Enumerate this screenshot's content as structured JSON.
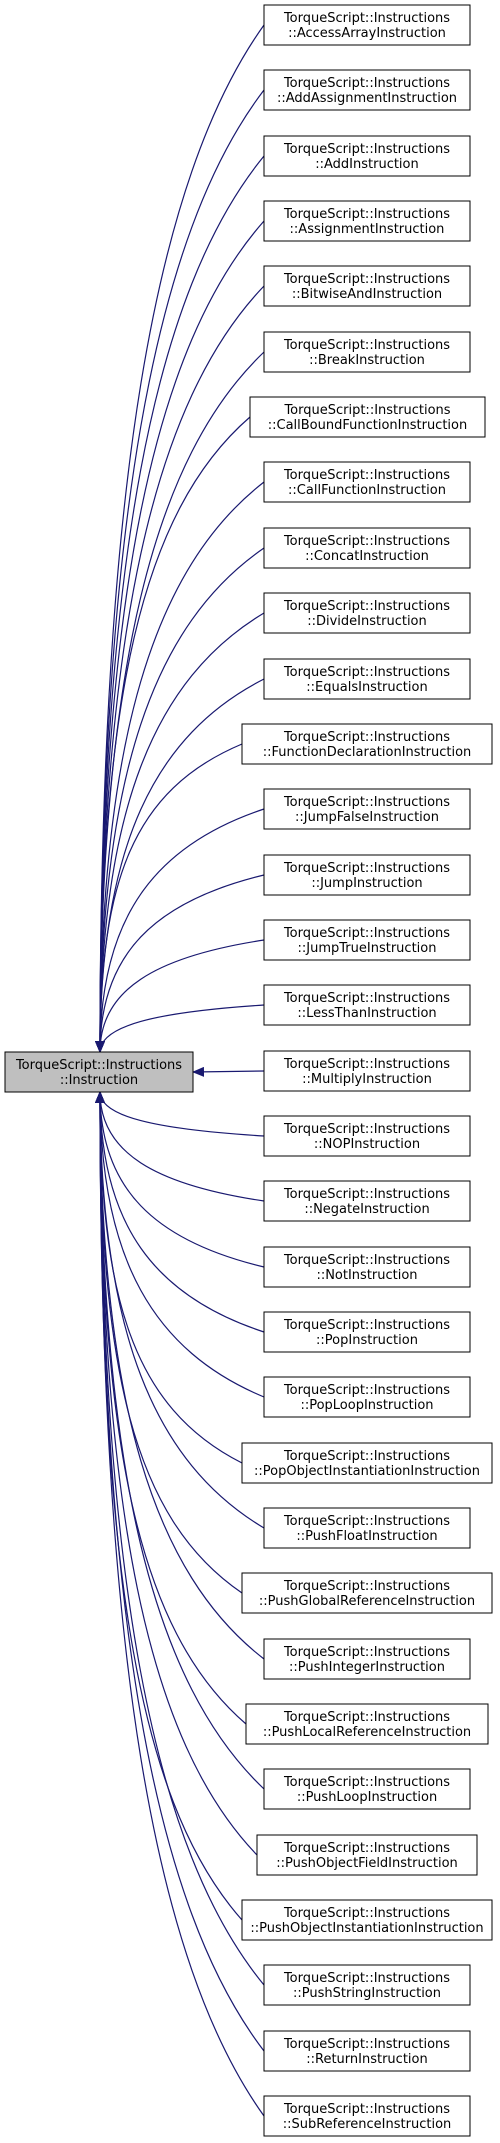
{
  "colors": {
    "edge": "#191970",
    "base_fill": "#bfbfbf",
    "node_fill": "#ffffff",
    "border": "#000000"
  },
  "base": {
    "line1": "TorqueScript::Instructions",
    "line2": "::Instruction"
  },
  "derived": [
    {
      "line1": "TorqueScript::Instructions",
      "line2": "::AccessArrayInstruction"
    },
    {
      "line1": "TorqueScript::Instructions",
      "line2": "::AddAssignmentInstruction"
    },
    {
      "line1": "TorqueScript::Instructions",
      "line2": "::AddInstruction"
    },
    {
      "line1": "TorqueScript::Instructions",
      "line2": "::AssignmentInstruction"
    },
    {
      "line1": "TorqueScript::Instructions",
      "line2": "::BitwiseAndInstruction"
    },
    {
      "line1": "TorqueScript::Instructions",
      "line2": "::BreakInstruction"
    },
    {
      "line1": "TorqueScript::Instructions",
      "line2": "::CallBoundFunctionInstruction"
    },
    {
      "line1": "TorqueScript::Instructions",
      "line2": "::CallFunctionInstruction"
    },
    {
      "line1": "TorqueScript::Instructions",
      "line2": "::ConcatInstruction"
    },
    {
      "line1": "TorqueScript::Instructions",
      "line2": "::DivideInstruction"
    },
    {
      "line1": "TorqueScript::Instructions",
      "line2": "::EqualsInstruction"
    },
    {
      "line1": "TorqueScript::Instructions",
      "line2": "::FunctionDeclarationInstruction"
    },
    {
      "line1": "TorqueScript::Instructions",
      "line2": "::JumpFalseInstruction"
    },
    {
      "line1": "TorqueScript::Instructions",
      "line2": "::JumpInstruction"
    },
    {
      "line1": "TorqueScript::Instructions",
      "line2": "::JumpTrueInstruction"
    },
    {
      "line1": "TorqueScript::Instructions",
      "line2": "::LessThanInstruction"
    },
    {
      "line1": "TorqueScript::Instructions",
      "line2": "::MultiplyInstruction"
    },
    {
      "line1": "TorqueScript::Instructions",
      "line2": "::NOPInstruction"
    },
    {
      "line1": "TorqueScript::Instructions",
      "line2": "::NegateInstruction"
    },
    {
      "line1": "TorqueScript::Instructions",
      "line2": "::NotInstruction"
    },
    {
      "line1": "TorqueScript::Instructions",
      "line2": "::PopInstruction"
    },
    {
      "line1": "TorqueScript::Instructions",
      "line2": "::PopLoopInstruction"
    },
    {
      "line1": "TorqueScript::Instructions",
      "line2": "::PopObjectInstantiationInstruction"
    },
    {
      "line1": "TorqueScript::Instructions",
      "line2": "::PushFloatInstruction"
    },
    {
      "line1": "TorqueScript::Instructions",
      "line2": "::PushGlobalReferenceInstruction"
    },
    {
      "line1": "TorqueScript::Instructions",
      "line2": "::PushIntegerInstruction"
    },
    {
      "line1": "TorqueScript::Instructions",
      "line2": "::PushLocalReferenceInstruction"
    },
    {
      "line1": "TorqueScript::Instructions",
      "line2": "::PushLoopInstruction"
    },
    {
      "line1": "TorqueScript::Instructions",
      "line2": "::PushObjectFieldInstruction"
    },
    {
      "line1": "TorqueScript::Instructions",
      "line2": "::PushObjectInstantiationInstruction"
    },
    {
      "line1": "TorqueScript::Instructions",
      "line2": "::PushStringInstruction"
    },
    {
      "line1": "TorqueScript::Instructions",
      "line2": "::ReturnInstruction"
    },
    {
      "line1": "TorqueScript::Instructions",
      "line2": "::SubReferenceInstruction"
    }
  ]
}
